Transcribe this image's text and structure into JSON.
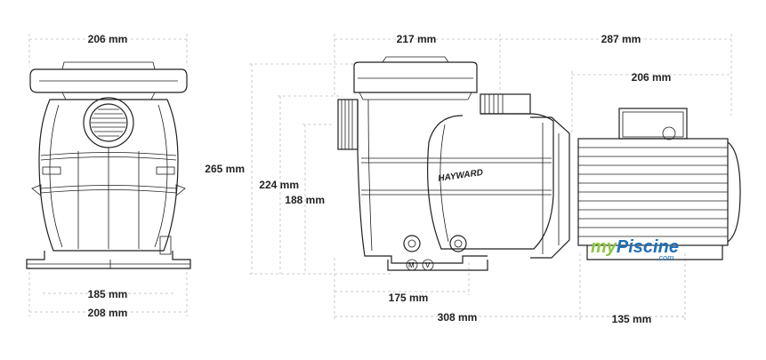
{
  "dimensions": {
    "front_top_width": "206 mm",
    "front_base_inner": "185 mm",
    "front_base_outer": "208 mm",
    "side_height_total": "265 mm",
    "side_height_mid": "224 mm",
    "side_height_inlet": "188 mm",
    "side_top_pump": "217 mm",
    "side_top_motor": "287 mm",
    "side_motor_body": "206 mm",
    "side_bottom_port": "175 mm",
    "side_bottom_total": "308 mm",
    "side_bottom_motor": "135 mm"
  },
  "labels": {
    "brand": "HAYWARD",
    "watermark_my": "my",
    "watermark_piscine": "Piscine",
    "watermark_com": ".com",
    "valve_left": "M",
    "valve_right": "V"
  },
  "colors": {
    "line": "#1f1f1f",
    "dimension_text": "#222222",
    "watermark_green": "#8cc63f",
    "watermark_blue": "#1e6fb8"
  }
}
